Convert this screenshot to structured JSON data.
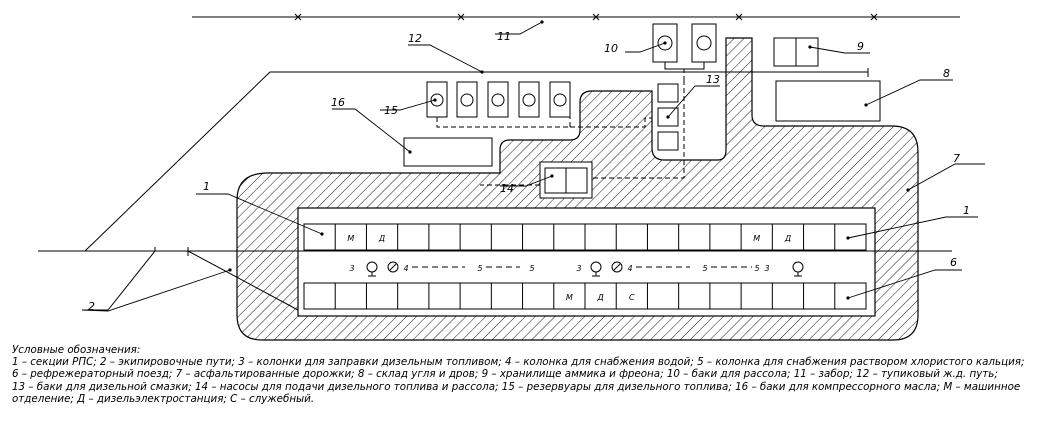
{
  "callouts": {
    "c1a": "1",
    "c1b": "1",
    "c2": "2",
    "c6": "6",
    "c7": "7",
    "c8": "8",
    "c9": "9",
    "c10": "10",
    "c11": "11",
    "c12": "12",
    "c13": "13",
    "c14": "14",
    "c15": "15",
    "c16": "16"
  },
  "car_codes": {
    "m": "М",
    "d": "Д",
    "s": "С"
  },
  "equipment_codes": {
    "col3": "3",
    "col4": "4",
    "col5": "5"
  },
  "legend": {
    "title": "Условные обозначения:",
    "line1": "1 – секции РПС; 2 – экипировочные пути; 3 – колонки для заправки дизельным топливом; 4 – колонка для снабжения водой; 5 – колонка для снабжения раствором хлористого кальция;",
    "line2": "6 – рефрежераторный поезд; 7 – асфальтированные дорожки; 8 – склад угля и дров; 9 – хранилище аммика и фреона; 10 – баки для рассола; 11 – забор; 12 – тупиковый ж.д. путь;",
    "line3": "13 – баки для дизельной смазки; 14 – насосы для подачи дизельного топлива и рассола; 15 – резервуары для дизельного топлива; 16 – баки для компрессорного масла; М – машинное",
    "line4": "отделение; Д – дизельэлектростанция; С – служебный."
  }
}
